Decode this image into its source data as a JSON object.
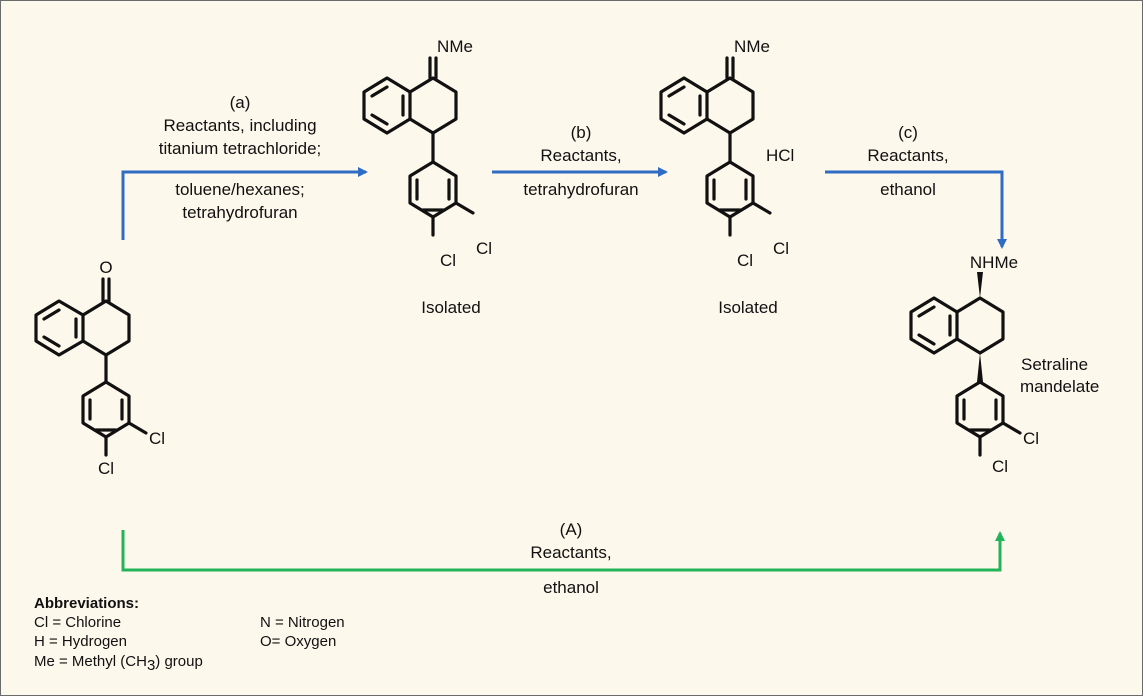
{
  "colors": {
    "background": "#fdf8ec",
    "blue_arrow": "#2f6cc4",
    "green_arrow": "#23b45a",
    "border": "#6b6b6b"
  },
  "atoms": {
    "oxygen": "O",
    "chlorine": "Cl",
    "nmethylimine": "NMe",
    "nhmethyl": "NHMe",
    "hcl": "HCl"
  },
  "compounds": {
    "intermediate1_caption": "Isolated",
    "intermediate2_caption": "Isolated",
    "product_line1": "Setraline",
    "product_line2": "mandelate"
  },
  "steps": {
    "a": {
      "tag": "(a)",
      "line1": "Reactants, including",
      "line2": "titanium tetrachloride;",
      "line3": "toluene/hexanes;",
      "line4": "tetrahydrofuran"
    },
    "b": {
      "tag": "(b)",
      "line1": "Reactants,",
      "line2": "tetrahydrofuran"
    },
    "c": {
      "tag": "(c)",
      "line1": "Reactants,",
      "line2": "ethanol"
    },
    "A": {
      "tag": "(A)",
      "line1": "Reactants,",
      "line2": "ethanol"
    }
  },
  "abbreviations": {
    "heading": "Abbreviations:",
    "cl": "Cl = Chlorine",
    "h": "H = Hydrogen",
    "me_pre": "Me = Methyl (CH",
    "me_sub": "3",
    "me_post": ") group",
    "n": "N = Nitrogen",
    "o": "O= Oxygen"
  }
}
